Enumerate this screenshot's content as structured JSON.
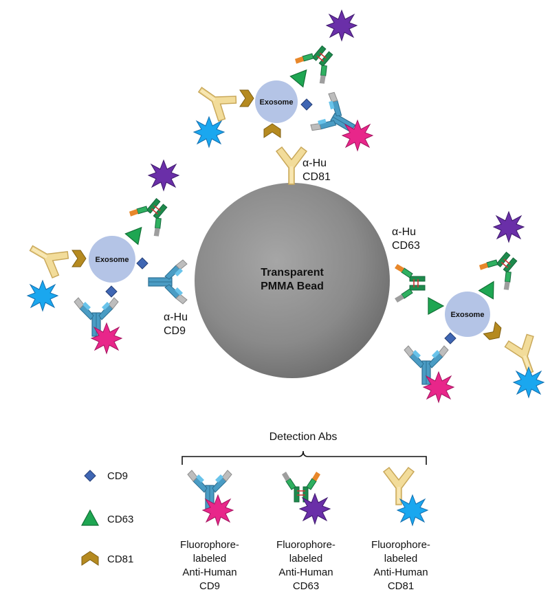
{
  "bead": {
    "line1": "Transparent",
    "line2": "PMMA Bead"
  },
  "capture_labels": {
    "cd81": {
      "line1": "α-Hu",
      "line2": "CD81"
    },
    "cd63": {
      "line1": "α-Hu",
      "line2": "CD63"
    },
    "cd9": {
      "line1": "α-Hu",
      "line2": "CD9"
    }
  },
  "exosome_label": "Exosome",
  "detection_title": "Detection Abs",
  "legend": [
    {
      "label": "CD9",
      "shape": "diamond-icon",
      "color": "#3f66b3"
    },
    {
      "label": "CD63",
      "shape": "triangle-icon",
      "color": "#1ea652"
    },
    {
      "label": "CD81",
      "shape": "chevron-icon",
      "color": "#b58a20"
    }
  ],
  "detection_abs": [
    {
      "line1": "Fluorophore-",
      "line2": "labeled",
      "line3": "Anti-Human",
      "line4": "CD9"
    },
    {
      "line1": "Fluorophore-",
      "line2": "labeled",
      "line3": "Anti-Human",
      "line4": "CD63"
    },
    {
      "line1": "Fluorophore-",
      "line2": "labeled",
      "line3": "Anti-Human",
      "line4": "CD81"
    }
  ],
  "colors": {
    "cd9_antibody": "#4a9cc4",
    "cd63_antibody": "#1e8a4c",
    "cd81_antibody": "#f2dc9a",
    "exosome": "#b4c4e6",
    "star_magenta": "#e8268a",
    "star_purple": "#6a2fa8",
    "star_blue": "#1aa7ef"
  }
}
